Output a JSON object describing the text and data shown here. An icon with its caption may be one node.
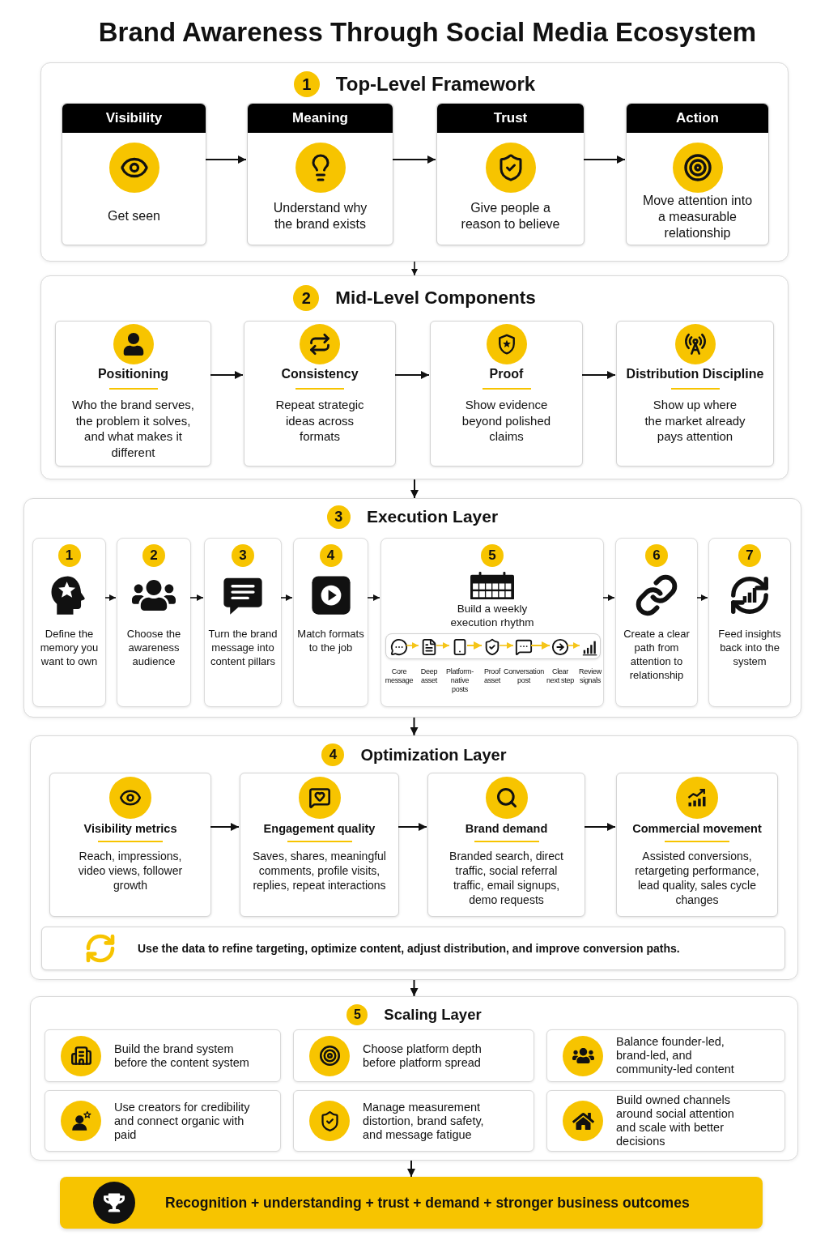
{
  "diagram": {
    "title": "Brand Awareness Through Social Media Ecosystem",
    "nodes": [
      {
        "text": [
          "1",
          "Top-Level Framework"
        ]
      },
      {
        "text": [
          "Visibility",
          "Get seen"
        ],
        "in": 0
      },
      {
        "text": [
          "Meaning",
          "Understand why the brand exists"
        ],
        "in": 0
      },
      {
        "text": [
          "Trust",
          "Give people a reason to believe"
        ],
        "in": 0
      },
      {
        "text": [
          "Action",
          "Move attention into a measurable relationship"
        ],
        "in": 0
      },
      {
        "text": [
          "2",
          "Mid-Level Components"
        ]
      },
      {
        "text": [
          "Positioning",
          "Who the brand serves, the problem it solves, and what makes it different"
        ],
        "in": 5
      },
      {
        "text": [
          "Consistency",
          "Repeat strategic ideas across formats"
        ],
        "in": 5
      },
      {
        "text": [
          "Proof",
          "Show evidence beyond polished claims"
        ],
        "in": 5
      },
      {
        "text": [
          "Distribution Discipline",
          "Show up where the market already pays attention"
        ],
        "in": 5
      },
      {
        "text": [
          "3",
          "Execution Layer"
        ]
      },
      {
        "text": [
          "1",
          "Define the memory you want to own"
        ],
        "in": 10
      },
      {
        "text": [
          "2",
          "Choose the awareness audience"
        ],
        "in": 10
      },
      {
        "text": [
          "3",
          "Turn the brand message into content pillars"
        ],
        "in": 10
      },
      {
        "text": [
          "4",
          "Match formats to the job"
        ],
        "in": 10
      },
      {
        "text": [
          "5",
          "Build a weekly execution rhythm"
        ],
        "in": 10
      },
      {
        "text": [],
        "shape": "picture",
        "beside": [
          "Core message"
        ],
        "in": 15
      },
      {
        "text": [],
        "shape": "picture",
        "beside": [
          "Deep asset"
        ],
        "in": 15
      },
      {
        "text": [],
        "shape": "picture",
        "beside": [
          "Platform-native posts"
        ],
        "in": 15
      },
      {
        "text": [],
        "shape": "picture",
        "beside": [
          "Proof asset"
        ],
        "in": 15
      },
      {
        "text": [],
        "shape": "picture",
        "beside": [
          "Conversation post"
        ],
        "in": 15
      },
      {
        "text": [],
        "shape": "picture",
        "beside": [
          "Clear next step"
        ],
        "in": 15
      },
      {
        "text": [],
        "shape": "picture",
        "beside": [
          "Review signals"
        ],
        "in": 15
      },
      {
        "text": [
          "6",
          "Create a clear path from attention to relationship"
        ],
        "in": 10
      },
      {
        "text": [
          "7",
          "Feed insights back into the system"
        ],
        "in": 10
      },
      {
        "text": [
          "4",
          "Optimization Layer"
        ]
      },
      {
        "text": [
          "Visibility metrics",
          "Reach, impressions, video views, follower growth"
        ],
        "in": 25
      },
      {
        "text": [
          "Engagement quality",
          "Saves, shares, meaningful comments, profile visits, replies, repeat interactions"
        ],
        "in": 25
      },
      {
        "text": [
          "Brand demand",
          "Branded search, direct traffic, social referral traffic, email signups, demo requests"
        ],
        "in": 25
      },
      {
        "text": [
          "Commercial movement",
          "Assisted conversions, retargeting performance, lead quality, sales cycle changes"
        ],
        "in": 25
      },
      {
        "text": [
          "Use the data to refine targeting, optimize content, adjust distribution, and improve conversion paths."
        ],
        "in": 25
      },
      {
        "text": [
          "5",
          "Scaling Layer"
        ]
      },
      {
        "text": [
          "Build the brand system before the content system"
        ],
        "in": 31
      },
      {
        "text": [
          "Choose platform depth before platform spread"
        ],
        "in": 31
      },
      {
        "text": [
          "Balance founder-led, brand-led, and community-led content"
        ],
        "in": 31
      },
      {
        "text": [
          "Use creators for credibility and connect organic with paid"
        ],
        "in": 31
      },
      {
        "text": [
          "Manage measurement distortion, brand safety, and message fatigue"
        ],
        "in": 31
      },
      {
        "text": [
          "Build owned channels around social attention and scale with better decisions"
        ],
        "in": 31
      },
      {
        "text": [
          "Recognition + understanding + trust + demand + stronger business outcomes"
        ]
      }
    ],
    "edges": [
      {
        "from": 1,
        "to": 2,
        "arrow": "to"
      },
      {
        "from": 2,
        "to": 3,
        "arrow": "to"
      },
      {
        "from": 3,
        "to": 4,
        "arrow": "to"
      },
      {
        "from": 0,
        "to": 5,
        "arrow": "to"
      },
      {
        "from": 6,
        "to": 7,
        "arrow": "to"
      },
      {
        "from": 7,
        "to": 8,
        "arrow": "to"
      },
      {
        "from": 8,
        "to": 9,
        "arrow": "to"
      },
      {
        "from": 5,
        "to": 10,
        "arrow": "to"
      },
      {
        "from": 11,
        "to": 12,
        "arrow": "to"
      },
      {
        "from": 12,
        "to": 13,
        "arrow": "to"
      },
      {
        "from": 13,
        "to": 14,
        "arrow": "to"
      },
      {
        "from": 14,
        "to": 15,
        "arrow": "to"
      },
      {
        "from": 15,
        "to": 23,
        "arrow": "to"
      },
      {
        "from": 23,
        "to": 24,
        "arrow": "to"
      },
      {
        "from": 16,
        "to": 17,
        "arrow": "to",
        "color": "#f5c518"
      },
      {
        "from": 17,
        "to": 18,
        "arrow": "to",
        "color": "#f5c518"
      },
      {
        "from": 18,
        "to": 19,
        "arrow": "to",
        "color": "#f5c518"
      },
      {
        "from": 19,
        "to": 20,
        "arrow": "to",
        "color": "#f5c518"
      },
      {
        "from": 20,
        "to": 21,
        "arrow": "to",
        "color": "#f5c518"
      },
      {
        "from": 21,
        "to": 22,
        "arrow": "to",
        "color": "#f5c518"
      },
      {
        "from": 10,
        "to": 25,
        "arrow": "to"
      },
      {
        "from": 26,
        "to": 27,
        "arrow": "to"
      },
      {
        "from": 27,
        "to": 28,
        "arrow": "to"
      },
      {
        "from": 28,
        "to": 29,
        "arrow": "to"
      },
      {
        "from": 25,
        "to": 31,
        "arrow": "to"
      },
      {
        "from": 31,
        "to": 38,
        "arrow": "to"
      }
    ]
  }
}
